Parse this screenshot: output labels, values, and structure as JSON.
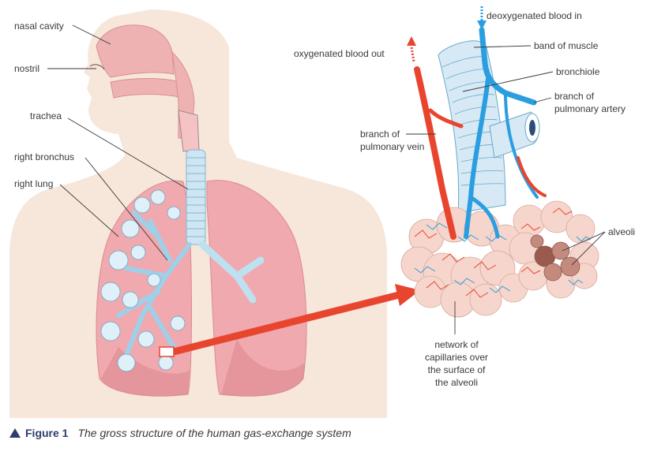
{
  "labels": {
    "nasal_cavity": "nasal cavity",
    "nostril": "nostril",
    "trachea": "trachea",
    "right_bronchus": "right bronchus",
    "right_lung": "right lung",
    "oxygenated_out": "oxygenated blood out",
    "deoxygenated_in": "deoxygenated blood in",
    "band_of_muscle": "band of muscle",
    "bronchiole": "bronchiole",
    "pulmonary_artery_1": "branch of",
    "pulmonary_artery_2": "pulmonary artery",
    "pulmonary_vein_1": "branch of",
    "pulmonary_vein_2": "pulmonary vein",
    "alveoli": "alveoli",
    "capillaries_1": "network of",
    "capillaries_2": "capillaries over",
    "capillaries_3": "the surface of",
    "capillaries_4": "the alveoli"
  },
  "caption": {
    "figure": "Figure 1",
    "text": "The gross structure of the human gas-exchange system"
  },
  "colors": {
    "skin": "#f7e6da",
    "lung": "#f0a9ae",
    "trachea": "#cfe6f2",
    "artery_blue": "#2b9ee0",
    "vein_red": "#e8452f",
    "caption_accent": "#2c3e6b"
  }
}
